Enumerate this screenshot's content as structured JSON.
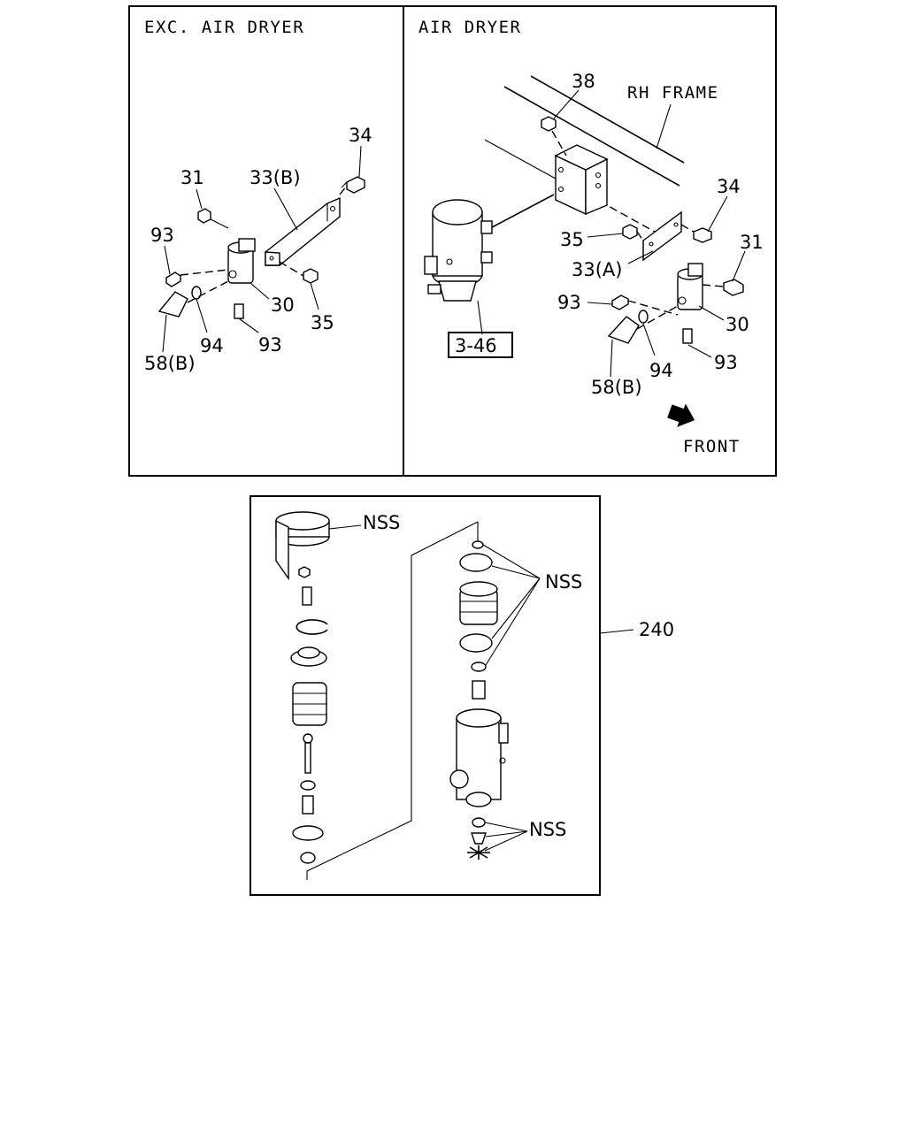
{
  "panels": {
    "left_title": "EXC. AIR DRYER",
    "right_title": "AIR DRYER"
  },
  "left_panel": {
    "labels": {
      "p34": "34",
      "p31": "31",
      "p33b": "33(B)",
      "p93a": "93",
      "p30": "30",
      "p35": "35",
      "p94": "94",
      "p93b": "93",
      "p58b": "58(B)"
    }
  },
  "right_panel": {
    "labels": {
      "p38": "38",
      "rh_frame": "RH FRAME",
      "p34": "34",
      "p35": "35",
      "p31": "31",
      "p33a": "33(A)",
      "p93a": "93",
      "p30": "30",
      "ref_346": "3-46",
      "p94": "94",
      "p93b": "93",
      "p58b": "58(B)",
      "front": "FRONT"
    }
  },
  "kit_panel": {
    "labels": {
      "nss_top_left": "NSS",
      "nss_right_upper": "NSS",
      "nss_right_lower": "NSS",
      "p240": "240"
    }
  }
}
